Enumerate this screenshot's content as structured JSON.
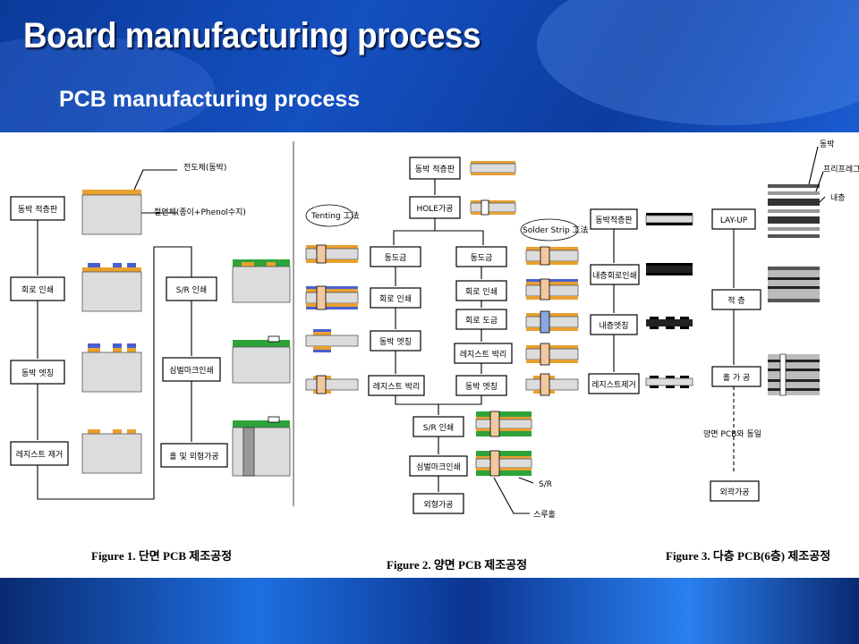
{
  "title": "Board manufacturing process",
  "subtitle": "PCB  manufacturing process",
  "figure1": {
    "caption": "Figure 1. 단면 PCB 제조공정",
    "steps": [
      "동박 적층판",
      "회로 인쇄",
      "동박 엣칭",
      "레지스트 제거"
    ],
    "steps2": [
      "S/R 인쇄",
      "심벌마크인쇄",
      "홀 및 외형가공"
    ],
    "label_copper": "전도체(동박)",
    "label_insulator": "절연체(종이+Phenol수지)"
  },
  "figure2": {
    "caption": "Figure 2. 양면 PCB 제조공정",
    "top_steps": [
      "동박 적층판",
      "HOLE가공"
    ],
    "left_steps": [
      "동도금",
      "회로 인쇄",
      "동박 엣칭",
      "레지스트 박리"
    ],
    "right_steps": [
      "동도금",
      "회로 인쇄",
      "회로 도금",
      "레지스트 박리",
      "동박 엣칭"
    ],
    "bottom_steps": [
      "S/R 인쇄",
      "심벌마크인쇄",
      "외형가공"
    ],
    "tenting_label": "Tenting 工法",
    "solder_label": "Solder Strip 工法",
    "sr_label": "S/R",
    "thru_label": "스루홀"
  },
  "figure3": {
    "caption": "Figure 3. 다층 PCB(6층) 제조공정",
    "left_steps": [
      "동박적층판",
      "내층회로인쇄",
      "내층엣칭",
      "레지스트제거"
    ],
    "right_steps": [
      "LAY-UP",
      "적    층",
      "홀 가 공"
    ],
    "mid_note": "양면 PCB와 동일",
    "final_step": "외곽가공",
    "layer_labels": [
      "동박",
      "프리프레그",
      "내층"
    ]
  }
}
